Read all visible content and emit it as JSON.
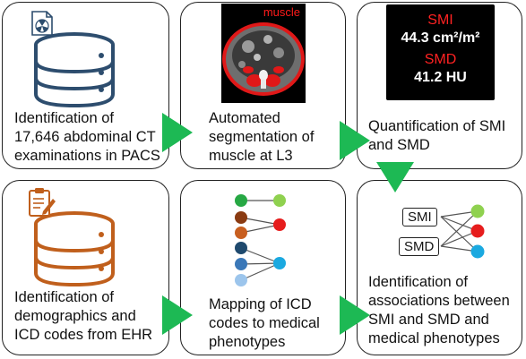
{
  "panels": [
    {
      "caption": "Identification of\n17,646 abdominal CT\nexaminations in PACS"
    },
    {
      "caption": "Automated\nsegmentation of\nmuscle at L3"
    },
    {
      "caption": "Quantification of SMI\nand SMD"
    },
    {
      "caption": "Identification of\ndemographics and\nICD codes from EHR"
    },
    {
      "caption": "Mapping of ICD\ncodes to medical\nphenotypes"
    },
    {
      "caption": "Identification of\nassociations between\nSMI and SMD and\nmedical phenotypes"
    }
  ],
  "ct_image": {
    "label": "muscle"
  },
  "metrics": {
    "smi_label": "SMI",
    "smi_value": "44.3 cm²/m²",
    "smd_label": "SMD",
    "smd_value": "41.2 HU"
  },
  "association": {
    "smi_tag": "SMI",
    "smd_tag": "SMD"
  },
  "colors": {
    "arrow": "#1db954",
    "database_blue": "#2d4d6e",
    "database_orange": "#c05f1c",
    "node_green": "#8fd14f",
    "node_red": "#e61d1d",
    "node_cyan": "#1ba9e0"
  }
}
